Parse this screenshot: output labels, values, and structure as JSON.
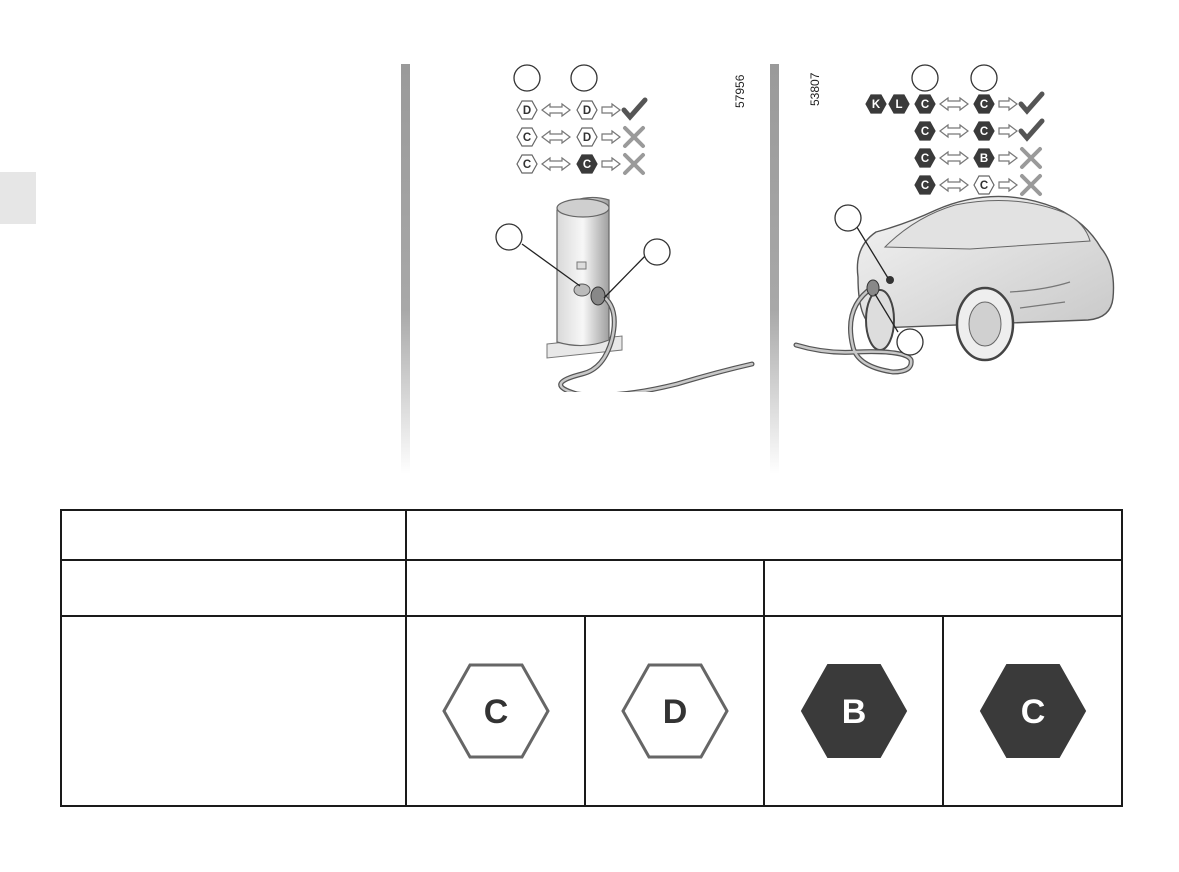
{
  "figures": {
    "charging_station": {
      "figure_number": "57956",
      "rows": [
        {
          "left": "D",
          "left_style": "outline",
          "right": "D",
          "right_style": "outline",
          "result": "check"
        },
        {
          "left": "C",
          "left_style": "outline",
          "right": "D",
          "right_style": "outline",
          "result": "cross"
        },
        {
          "left": "C",
          "left_style": "outline",
          "right": "C",
          "right_style": "filled",
          "result": "cross"
        }
      ]
    },
    "vehicle": {
      "figure_number": "53807",
      "rows": [
        {
          "prefix": [
            "K",
            "L"
          ],
          "left": "C",
          "left_style": "filled",
          "right": "C",
          "right_style": "filled",
          "result": "check"
        },
        {
          "prefix": [],
          "left": "C",
          "left_style": "filled",
          "right": "C",
          "right_style": "filled",
          "result": "check"
        },
        {
          "prefix": [],
          "left": "C",
          "left_style": "filled",
          "right": "B",
          "right_style": "filled",
          "result": "cross"
        },
        {
          "prefix": [],
          "left": "C",
          "left_style": "filled",
          "right": "C",
          "right_style": "outline",
          "result": "cross"
        }
      ]
    }
  },
  "table": {
    "symbols": [
      {
        "letter": "C",
        "style": "outline"
      },
      {
        "letter": "D",
        "style": "outline"
      },
      {
        "letter": "B",
        "style": "filled"
      },
      {
        "letter": "C",
        "style": "filled"
      }
    ]
  },
  "colors": {
    "outline_stroke": "#666666",
    "filled_hex": "#3a3a3a",
    "table_border": "#1a1a1a",
    "check": "#555555",
    "cross": "#9a9a9a"
  }
}
